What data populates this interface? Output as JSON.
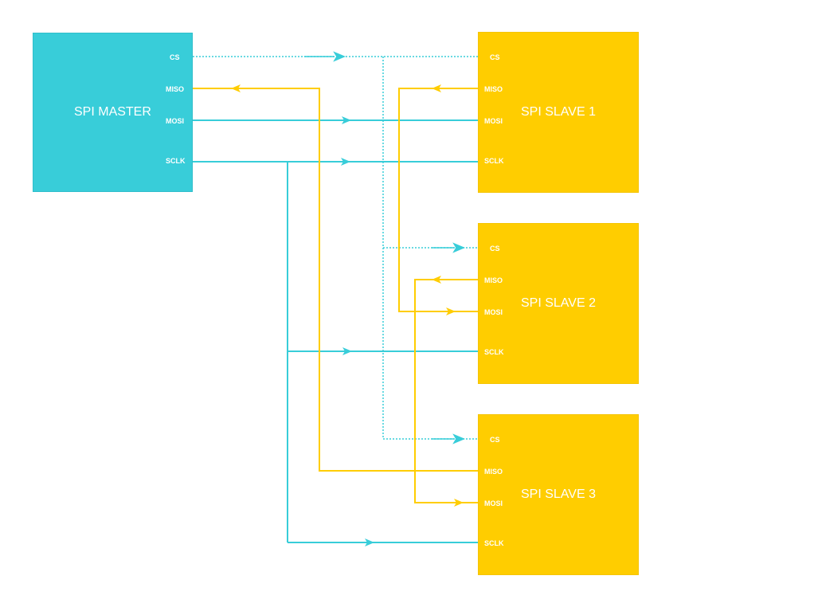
{
  "master": {
    "title": "SPI MASTER",
    "pins": [
      "CS",
      "MISO",
      "MOSI",
      "SCLK"
    ]
  },
  "slaves": [
    {
      "title": "SPI SLAVE 1",
      "pins": [
        "CS",
        "MISO",
        "MOSI",
        "SCLK"
      ]
    },
    {
      "title": "SPI SLAVE 2",
      "pins": [
        "CS",
        "MISO",
        "MOSI",
        "SCLK"
      ]
    },
    {
      "title": "SPI SLAVE 3",
      "pins": [
        "CS",
        "MISO",
        "MOSI",
        "SCLK"
      ]
    }
  ],
  "colors": {
    "master_fill": "#38cdd9",
    "slave_fill": "#ffcd00",
    "cyan_wire": "#38cdd9",
    "yellow_wire": "#ffcd00"
  }
}
